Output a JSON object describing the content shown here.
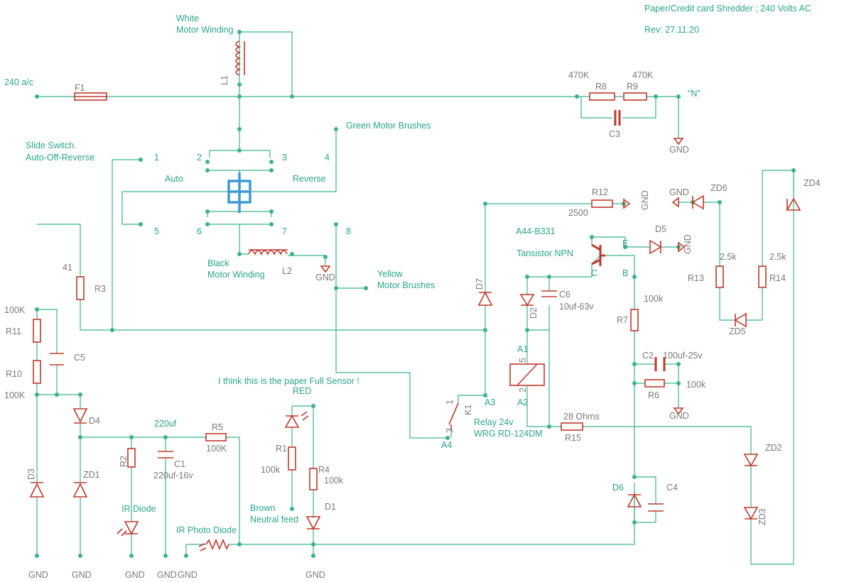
{
  "title": "Paper/Credit card Shredder ; 240 Volts AC",
  "revision": "Rev: 27.11.20",
  "colors": {
    "wire": "#3bb38a",
    "component": "#c0392b",
    "switch": "#3a9ad9",
    "label": "#2aa58a",
    "ref": "#7a7a7a"
  },
  "labels": {
    "supply": "240 a/c",
    "white_winding": [
      "White",
      "Motor Winding"
    ],
    "black_winding": [
      "Black",
      "Motor Winding"
    ],
    "green_brushes": "Green Motor Brushes",
    "yellow_brushes": [
      "Yellow",
      "Motor Brushes"
    ],
    "slide_switch": [
      "Slide Switch.",
      "Auto-Off-Reverse"
    ],
    "auto": "Auto",
    "reverse": "Reverse",
    "neutral": "\"N\"",
    "paper_sensor": "I think this is the paper Full Sensor !",
    "red": "RED",
    "brown_neutral": [
      "Brown",
      "Neutral feed"
    ],
    "ir_diode": "IR Diode",
    "ir_photo_diode": "IR Photo Diode",
    "relay": [
      "Relay 24v",
      "WRG RD-124DM"
    ],
    "transistor": [
      "A44-B331",
      "Tansistor NPN"
    ]
  },
  "switch_pins": [
    "1",
    "2",
    "3",
    "4",
    "5",
    "6",
    "7",
    "8"
  ],
  "components": {
    "F1": "F1",
    "L1": "L1",
    "L2": "L2",
    "R1": "R1",
    "R1_val": "100k",
    "R2": "R2",
    "R3": "R3",
    "R3_val": "41",
    "R4": "R4",
    "R4_val": "100k",
    "R5": "R5",
    "R5_val": "100K",
    "R6": "R6",
    "R6_val": "100k",
    "R7": "R7",
    "R7_val": "100k",
    "R8": "R8",
    "R8_val": "470K",
    "R9": "R9",
    "R9_val": "470K",
    "R10": "R10",
    "R10_val": "100K",
    "R11": "R11",
    "R11_val": "100K",
    "R12": "R12",
    "R12_val": "2500",
    "R13": "R13",
    "R13_val": "2.5k",
    "R14": "R14",
    "R14_val": "2.5k",
    "R15": "R15",
    "R15_val": "28 Ohms",
    "C1": "C1",
    "C1_val": "220uf-16v",
    "C1_note": "220uf",
    "C2": "C2",
    "C2_val": "100uf-25v",
    "C3": "C3",
    "C4": "C4",
    "C5": "C5",
    "C6": "C6",
    "C6_val": "10uf-63v",
    "D1": "D1",
    "D2": "D2",
    "D3": "D3",
    "D4": "D4",
    "D5": "D5",
    "D6": "D6",
    "D7": "D7",
    "ZD1": "ZD1",
    "ZD2": "ZD2",
    "ZD3": "ZD3",
    "ZD4": "ZD4",
    "ZD5": "ZD5",
    "ZD6": "ZD6",
    "K1": "K1",
    "A1": "A1",
    "A2": "A2",
    "A3": "A3",
    "A4": "A4",
    "pin1": "1",
    "pin2": "2",
    "pin3": "3",
    "pin5": "5",
    "E": "E",
    "C": "C",
    "B": "B"
  },
  "gnd": "GND"
}
